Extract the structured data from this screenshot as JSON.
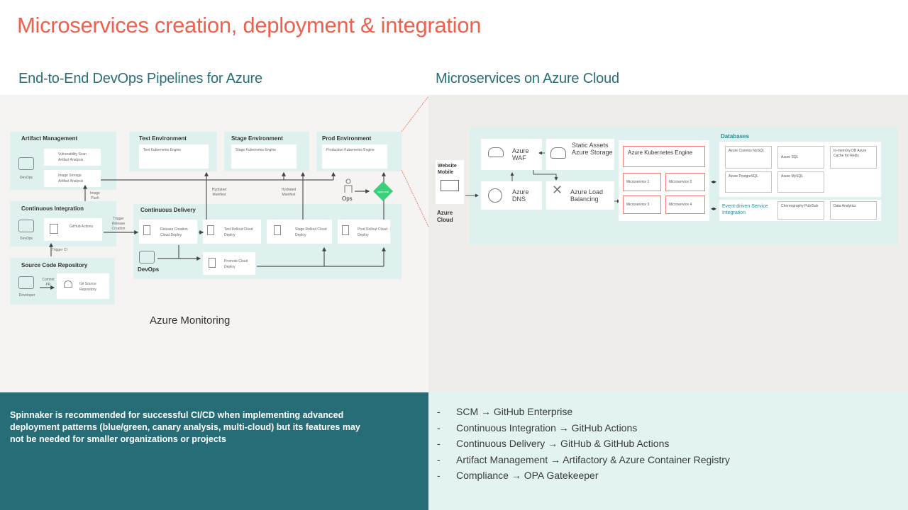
{
  "title": "Microservices creation, deployment & integration",
  "left_section": {
    "heading": "End-to-End DevOps Pipelines for Azure",
    "artifact_management": {
      "title": "Artifact Management",
      "actor": "DevOps",
      "boxes": [
        "Vulnerability Scan Artifact Analysis",
        "Image Storage Artifact Analysis"
      ]
    },
    "continuous_integration": {
      "title": "Continuous Integration",
      "actor": "DevOps",
      "box": "GitHub Actions",
      "arrow_up_label": "Image Push",
      "arrow_right_label": "Trigger Release Creation"
    },
    "source_code_repository": {
      "title": "Source Code Repository",
      "actor": "Developer",
      "commit_label": "Commit PR",
      "box": "Git Source Repository",
      "trigger_label": "Trigger CI"
    },
    "test_environment": {
      "title": "Test Environment",
      "box": "Test Kubernetes Engine"
    },
    "stage_environment": {
      "title": "Stage Environment",
      "box": "Stage Kubernetes Engine"
    },
    "prod_environment": {
      "title": "Prod Environment",
      "box": "Production Kubernetes Engine"
    },
    "hydrated_manifest_1": "Hydrated Manifest",
    "hydrated_manifest_2": "Hydrated Manifest",
    "ops_label": "Ops",
    "approval_label": "Approval",
    "continuous_delivery": {
      "title": "Continuous Delivery",
      "actor": "DevOps",
      "boxes": [
        "Release Creation Cloud Deploy",
        "Test Rollout Cloud Deploy",
        "Stage Rollout Cloud Deploy",
        "Prod Rollout Cloud Deploy",
        "Promote Cloud Deploy"
      ]
    },
    "monitoring_label": "Azure Monitoring"
  },
  "right_section": {
    "heading": "Microservices on Azure Cloud",
    "client": {
      "label": "Website Mobile",
      "cloud_label": "Azure Cloud"
    },
    "waf": "Azure WAF",
    "static_assets": "Static Assets Azure Storage",
    "dns": "Azure DNS",
    "load_balancing": "Azure Load Balancing",
    "aks": {
      "title": "Azure Kubernetes Engine",
      "services": [
        "Microservice 1",
        "Microservice 2",
        "Microservice 3",
        "Microservice 4"
      ]
    },
    "databases": {
      "title": "Databases",
      "items": [
        "Azure Cosmos NoSQL",
        "Azure SQL",
        "In-memory DB Azure Cache for Redis",
        "Azure PostgreSQL",
        "Azure MySQL"
      ]
    },
    "event_driven": {
      "title": "Event-driven Service Integration",
      "items": [
        "Choreography Pub/Sub",
        "Data Analytics"
      ]
    }
  },
  "note": "Spinnaker is recommended for successful CI/CD when implementing advanced deployment patterns (blue/green, canary analysis, multi-cloud) but its features may not be needed for smaller organizations or projects",
  "tooling": [
    {
      "dash": "-",
      "text": "SCM → GitHub Enterprise"
    },
    {
      "dash": "-",
      "text": "Continuous Integration → GitHub Actions"
    },
    {
      "dash": "-",
      "text": "Continuous Delivery → GitHub & GitHub Actions"
    },
    {
      "dash": "-",
      "text": "Artifact Management → Artifactory & Azure Container Registry"
    },
    {
      "dash": "-",
      "text": "Compliance → OPA Gatekeeper"
    }
  ],
  "colors": {
    "title": "#f0614d",
    "teal": "#266d77",
    "accent_green": "#3ccf7a",
    "accent_red": "#f08070"
  }
}
